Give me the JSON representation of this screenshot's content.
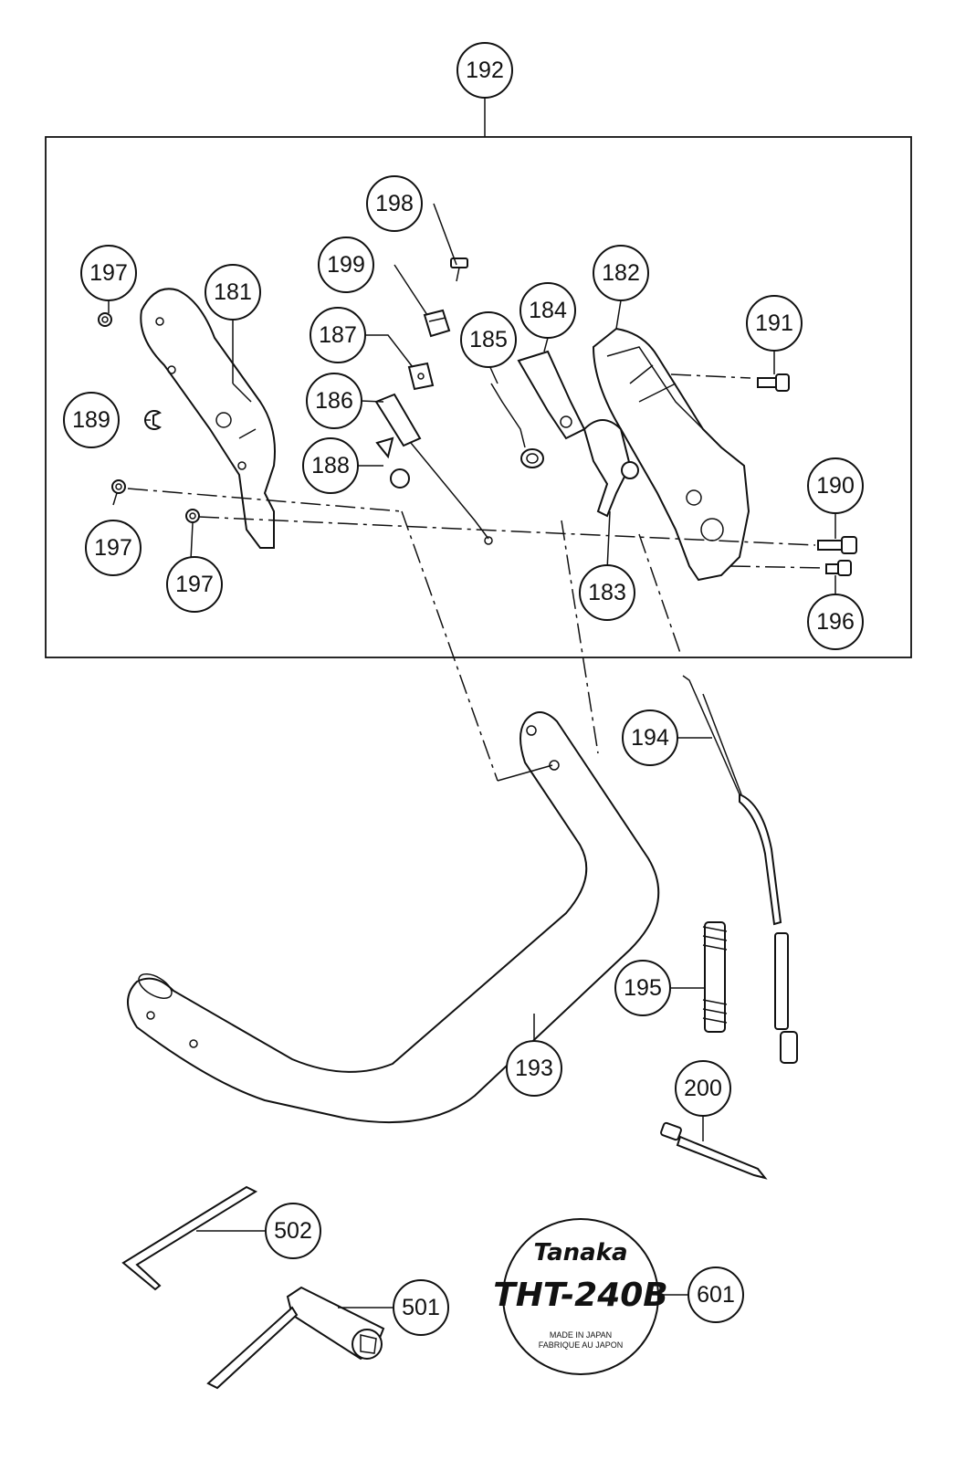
{
  "assembly_label": "192",
  "parts": {
    "p181": "181",
    "p182": "182",
    "p183": "183",
    "p184": "184",
    "p185": "185",
    "p186": "186",
    "p187": "187",
    "p188": "188",
    "p189": "189",
    "p190": "190",
    "p191": "191",
    "p193": "193",
    "p194": "194",
    "p195": "195",
    "p196": "196",
    "p197a": "197",
    "p197b": "197",
    "p197c": "197",
    "p198": "198",
    "p199": "199",
    "p200": "200",
    "p501": "501",
    "p502": "502",
    "p601": "601"
  },
  "decal": {
    "brand": "Tanaka",
    "model": "THT-240B",
    "made_in_en": "MADE IN JAPAN",
    "made_in_fr": "FABRIQUE AU JAPON"
  }
}
